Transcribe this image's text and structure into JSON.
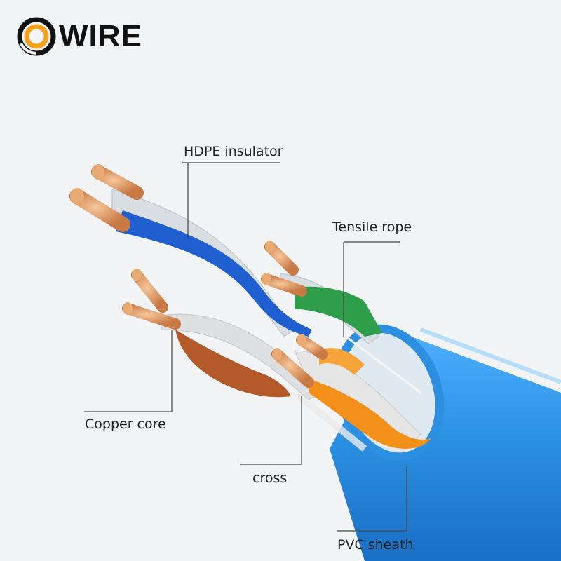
{
  "logo": {
    "text": "WIRE",
    "mark_letter": "O"
  },
  "labels": {
    "hdpe": "HDPE insulator",
    "tensile": "Tensile rope",
    "copper": "Copper core",
    "cross": "cross",
    "pvc": "PVC sheath"
  },
  "colors": {
    "sheath": "#2a8ee0",
    "blue_pair": "#1f5fd0",
    "green_pair": "#2f9e4a",
    "orange_pair": "#f39019",
    "brown_pair": "#b45a2a",
    "copper": "#e3a06a",
    "logo_orange": "#f6a21b",
    "leader": "#444444"
  }
}
